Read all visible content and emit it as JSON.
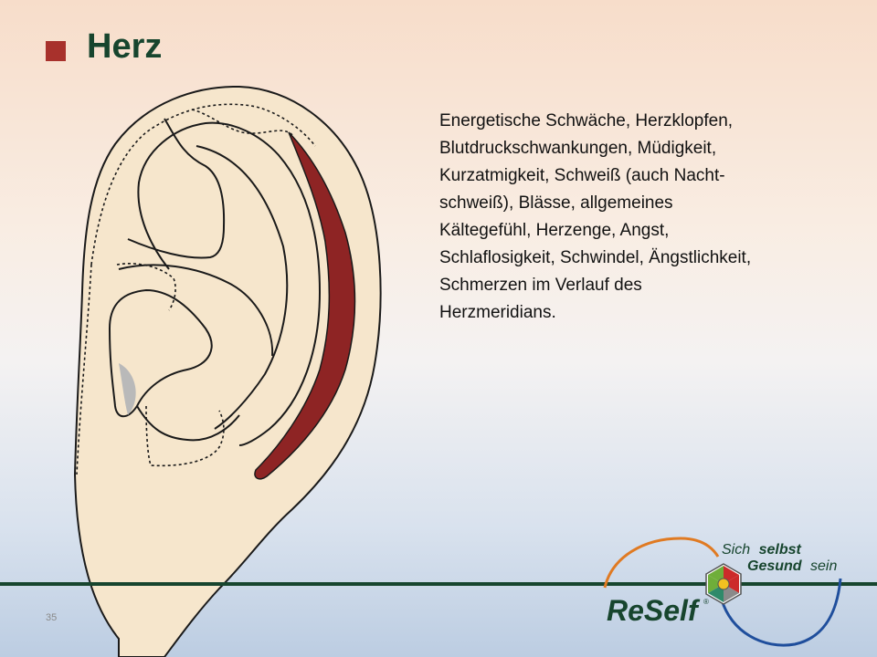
{
  "slide": {
    "title": "Herz",
    "body_lines": [
      "Energetische Schwäche, Herzklopfen,",
      "Blutdruckschwankungen, Müdigkeit,",
      "Kurzatmigkeit, Schweiß (auch Nacht-",
      "schweiß), Blässe, allgemeines",
      "Kältegefühl, Herzenge, Angst,",
      "Schlaflosigkeit, Schwindel, Ängstlichkeit,",
      "Schmerzen im Verlauf des",
      "Herzmeridians."
    ],
    "page_number": "35"
  },
  "logo": {
    "wordmark": "ReSelf",
    "registered": "®",
    "tagline_line1_light": "Sich",
    "tagline_line1_bold": "selbst",
    "tagline_line2_bold": "Gesund",
    "tagline_line2_light": "sein"
  },
  "colors": {
    "title_green": "#17452e",
    "bullet_red": "#a8312c",
    "zone_red": "#8e2424",
    "ear_skin": "#f6e6cc",
    "logo_orange": "#e07a22",
    "logo_blue": "#1f4e9c"
  }
}
